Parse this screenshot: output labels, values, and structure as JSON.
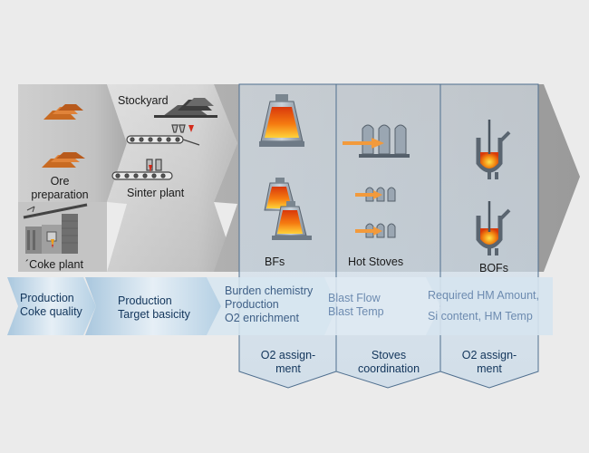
{
  "areas": {
    "ore_preparation": "Ore\npreparation",
    "stockyard": "Stockyard",
    "sinter_plant": "Sinter plant",
    "coke_plant": "´Coke plant",
    "bfs": "BFs",
    "hot_stoves": "Hot Stoves",
    "bofs": "BOFs"
  },
  "parameters": {
    "coke": [
      "Production",
      "Coke quality"
    ],
    "sinter": [
      "Production",
      "Target basicity"
    ],
    "bf": [
      "Burden chemistry",
      "Production",
      "O2 enrichment"
    ],
    "stoves": [
      "Blast Flow",
      "Blast Temp"
    ],
    "bof": [
      "Required HM Amount,",
      "Si content, HM Temp"
    ]
  },
  "coordination": {
    "bf": "O2 assign-\nment",
    "stoves": "Stoves\ncoordination",
    "bof": "O2 assign-\nment"
  },
  "colors": {
    "background": "#ebebeb",
    "chevron_gray": "#b8b8b8",
    "panel_blue": "#d7e3ee",
    "panel_border": "#4f6f8f",
    "param_band": "#c6dbea",
    "molten": "#f06010",
    "arrow_orange": "#f29a3c"
  }
}
